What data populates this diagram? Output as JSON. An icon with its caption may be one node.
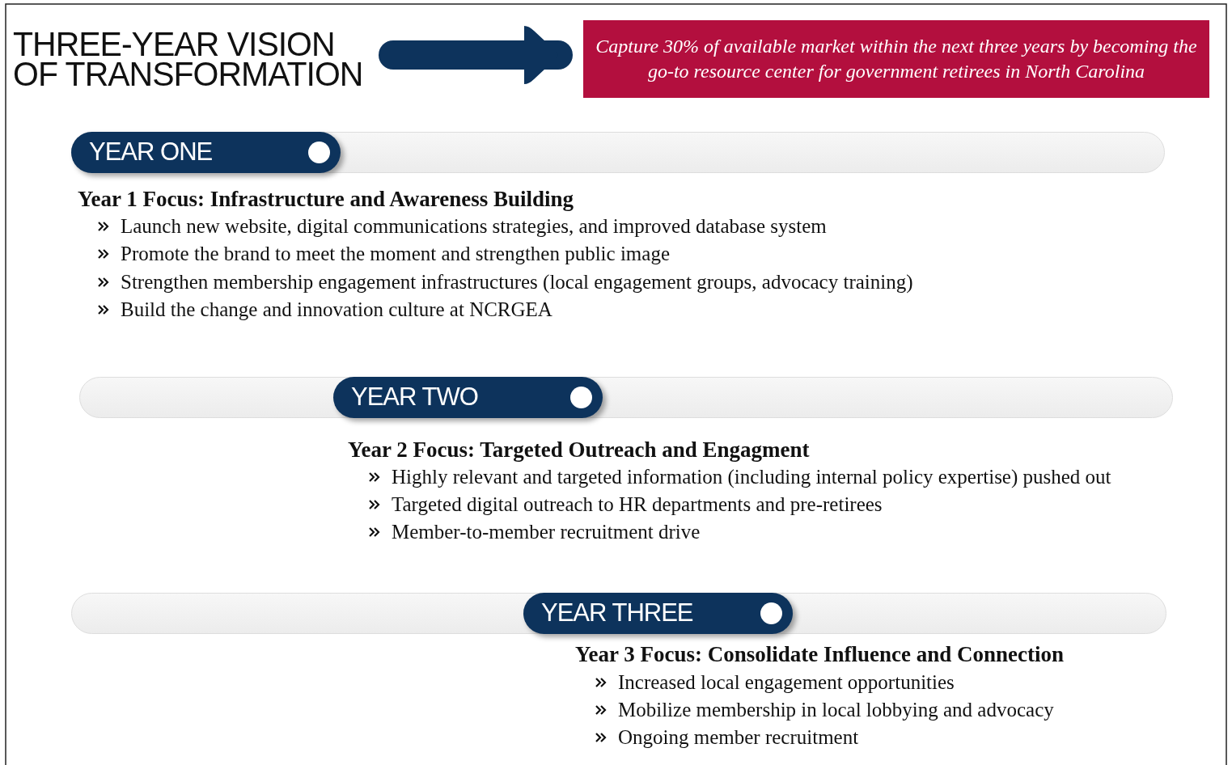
{
  "diagram": {
    "nodes": [
      {
        "text": [
          "THREE-YEAR VISION OF TRANSFORMATION"
        ]
      },
      {
        "text": [
          "Capture 30% of available market within the next three years by becoming the go-to resource center for government retirees in North Carolina"
        ]
      },
      {
        "text": [],
        "shape": "bar"
      },
      {
        "text": [
          "YEAR ONE"
        ],
        "in": 2
      },
      {
        "text": [],
        "shape": "bar"
      },
      {
        "text": [
          "YEAR TWO"
        ],
        "in": 4
      },
      {
        "text": [],
        "shape": "bar"
      },
      {
        "text": [
          "YEAR THREE"
        ],
        "in": 6
      }
    ],
    "edges": [
      {
        "from": 0,
        "to": 1,
        "arrow": "to"
      }
    ],
    "labels": [
      "Year 1 Focus: Infrastructure and Awareness Building",
      "Launch new website, digital communications strategies, and improved database system",
      "Promote the brand to meet the moment and strengthen public image",
      "Strengthen membership engagement infrastructures (local engagement groups, advocacy training)",
      "Build the change and innovation culture at NCRGEA",
      "Year 2 Focus: Targeted Outreach and Engagment",
      "Highly relevant and targeted information (including internal policy expertise) pushed out",
      "Targeted digital outreach to HR departments and pre-retirees",
      "Member-to-member recruitment drive",
      "Year 3 Focus: Consolidate Influence and Connection",
      "Increased local engagement opportunities",
      "Mobilize membership in local lobbying and advocacy",
      "Ongoing member recruitment"
    ]
  }
}
